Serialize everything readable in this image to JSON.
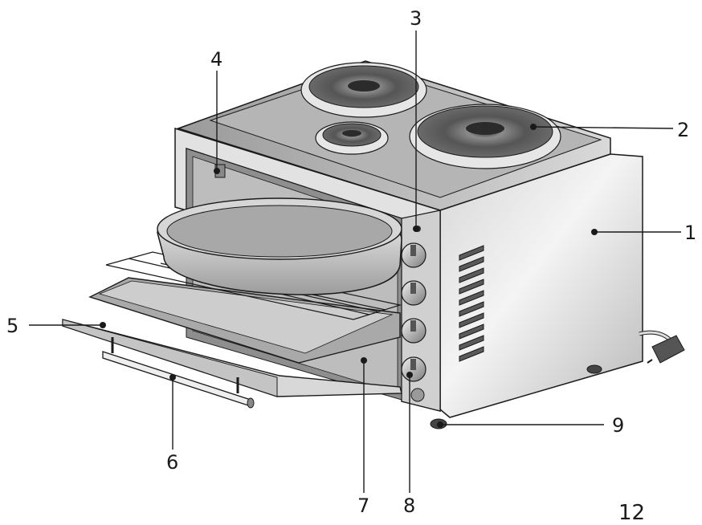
{
  "diagram": {
    "callouts": [
      {
        "id": "1",
        "label": "1"
      },
      {
        "id": "2",
        "label": "2"
      },
      {
        "id": "3",
        "label": "3"
      },
      {
        "id": "4",
        "label": "4"
      },
      {
        "id": "5",
        "label": "5"
      },
      {
        "id": "6",
        "label": "6"
      },
      {
        "id": "7",
        "label": "7"
      },
      {
        "id": "8",
        "label": "8"
      },
      {
        "id": "9",
        "label": "9"
      }
    ],
    "page_number": "12"
  },
  "colors": {
    "outline": "#1a1a1a",
    "body_light": "#e9e9e9",
    "body_mid": "#c9c9c9",
    "body_dark": "#8a8a8a",
    "hotplate": "#6b6b6b"
  }
}
